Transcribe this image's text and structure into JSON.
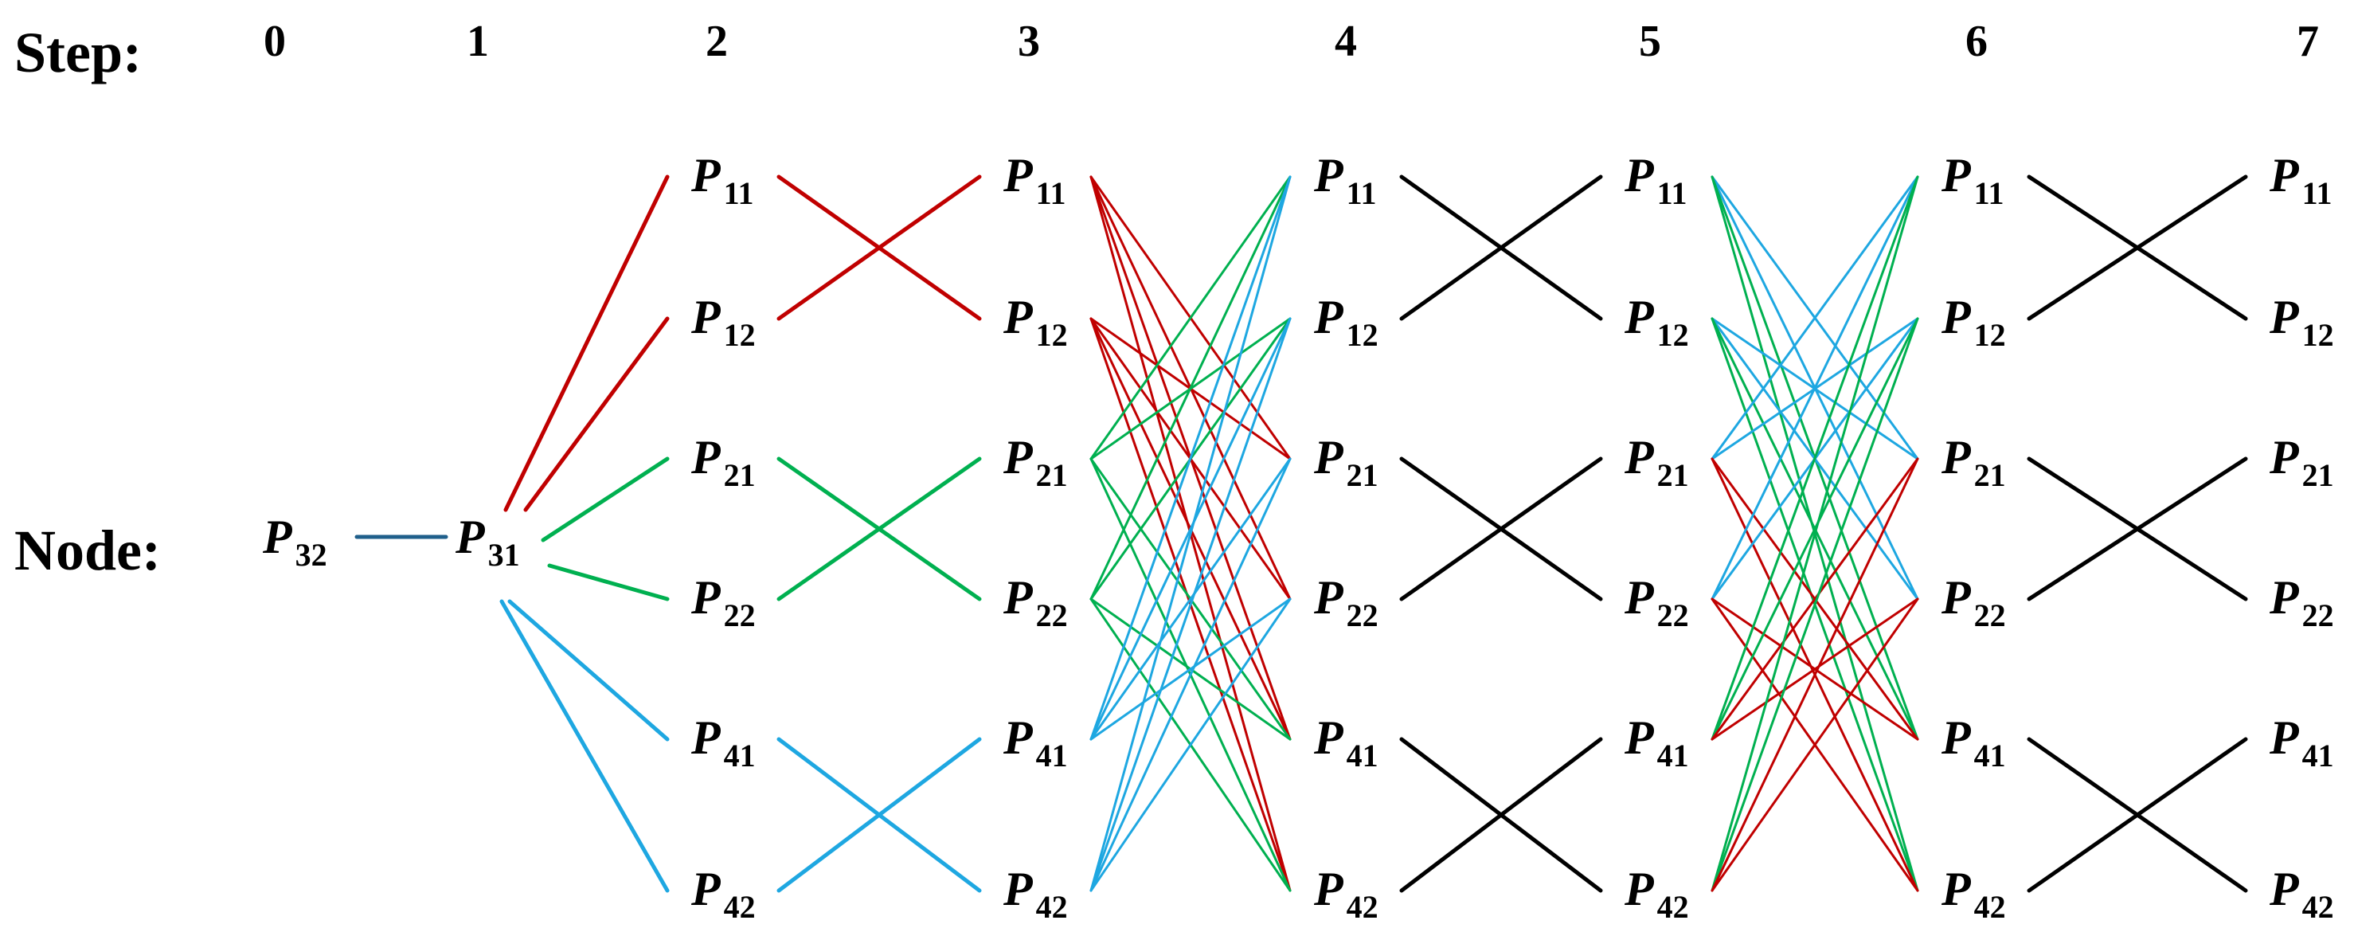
{
  "labels": {
    "step": "Step:",
    "node": "Node:"
  },
  "steps": [
    "0",
    "1",
    "2",
    "3",
    "4",
    "5",
    "6",
    "7"
  ],
  "node_letter": "P",
  "columns": [
    {
      "step": "0",
      "nodes": [
        "32"
      ]
    },
    {
      "step": "1",
      "nodes": [
        "31"
      ]
    },
    {
      "step": "2",
      "nodes": [
        "11",
        "12",
        "21",
        "22",
        "41",
        "42"
      ]
    },
    {
      "step": "3",
      "nodes": [
        "11",
        "12",
        "21",
        "22",
        "41",
        "42"
      ]
    },
    {
      "step": "4",
      "nodes": [
        "11",
        "12",
        "21",
        "22",
        "41",
        "42"
      ]
    },
    {
      "step": "5",
      "nodes": [
        "11",
        "12",
        "21",
        "22",
        "41",
        "42"
      ]
    },
    {
      "step": "6",
      "nodes": [
        "11",
        "12",
        "21",
        "22",
        "41",
        "42"
      ]
    },
    {
      "step": "7",
      "nodes": [
        "11",
        "12",
        "21",
        "22",
        "41",
        "42"
      ]
    }
  ],
  "colors": {
    "dark_blue": "#1f5f8b",
    "red": "#c00000",
    "green": "#00b050",
    "blue": "#1ea7e1",
    "black": "#000000"
  },
  "edges": [
    {
      "from": [
        0,
        "32"
      ],
      "to": [
        1,
        "31"
      ],
      "color": "dark_blue"
    },
    {
      "from": [
        1,
        "31"
      ],
      "to": [
        2,
        "11"
      ],
      "color": "red"
    },
    {
      "from": [
        1,
        "31"
      ],
      "to": [
        2,
        "12"
      ],
      "color": "red"
    },
    {
      "from": [
        1,
        "31"
      ],
      "to": [
        2,
        "21"
      ],
      "color": "green"
    },
    {
      "from": [
        1,
        "31"
      ],
      "to": [
        2,
        "22"
      ],
      "color": "green"
    },
    {
      "from": [
        1,
        "31"
      ],
      "to": [
        2,
        "41"
      ],
      "color": "blue"
    },
    {
      "from": [
        1,
        "31"
      ],
      "to": [
        2,
        "42"
      ],
      "color": "blue"
    },
    {
      "from": [
        2,
        "11"
      ],
      "to": [
        3,
        "12"
      ],
      "color": "red"
    },
    {
      "from": [
        2,
        "12"
      ],
      "to": [
        3,
        "11"
      ],
      "color": "red"
    },
    {
      "from": [
        2,
        "21"
      ],
      "to": [
        3,
        "22"
      ],
      "color": "green"
    },
    {
      "from": [
        2,
        "22"
      ],
      "to": [
        3,
        "21"
      ],
      "color": "green"
    },
    {
      "from": [
        2,
        "41"
      ],
      "to": [
        3,
        "42"
      ],
      "color": "blue"
    },
    {
      "from": [
        2,
        "42"
      ],
      "to": [
        3,
        "41"
      ],
      "color": "blue"
    },
    {
      "from": [
        3,
        "11"
      ],
      "to": [
        4,
        "21"
      ],
      "color": "red"
    },
    {
      "from": [
        3,
        "11"
      ],
      "to": [
        4,
        "22"
      ],
      "color": "red"
    },
    {
      "from": [
        3,
        "11"
      ],
      "to": [
        4,
        "41"
      ],
      "color": "red"
    },
    {
      "from": [
        3,
        "11"
      ],
      "to": [
        4,
        "42"
      ],
      "color": "red"
    },
    {
      "from": [
        3,
        "12"
      ],
      "to": [
        4,
        "21"
      ],
      "color": "red"
    },
    {
      "from": [
        3,
        "12"
      ],
      "to": [
        4,
        "22"
      ],
      "color": "red"
    },
    {
      "from": [
        3,
        "12"
      ],
      "to": [
        4,
        "41"
      ],
      "color": "red"
    },
    {
      "from": [
        3,
        "12"
      ],
      "to": [
        4,
        "42"
      ],
      "color": "red"
    },
    {
      "from": [
        3,
        "21"
      ],
      "to": [
        4,
        "11"
      ],
      "color": "green"
    },
    {
      "from": [
        3,
        "21"
      ],
      "to": [
        4,
        "12"
      ],
      "color": "green"
    },
    {
      "from": [
        3,
        "21"
      ],
      "to": [
        4,
        "41"
      ],
      "color": "green"
    },
    {
      "from": [
        3,
        "21"
      ],
      "to": [
        4,
        "42"
      ],
      "color": "green"
    },
    {
      "from": [
        3,
        "22"
      ],
      "to": [
        4,
        "11"
      ],
      "color": "green"
    },
    {
      "from": [
        3,
        "22"
      ],
      "to": [
        4,
        "12"
      ],
      "color": "green"
    },
    {
      "from": [
        3,
        "22"
      ],
      "to": [
        4,
        "41"
      ],
      "color": "green"
    },
    {
      "from": [
        3,
        "22"
      ],
      "to": [
        4,
        "42"
      ],
      "color": "green"
    },
    {
      "from": [
        3,
        "41"
      ],
      "to": [
        4,
        "11"
      ],
      "color": "blue"
    },
    {
      "from": [
        3,
        "41"
      ],
      "to": [
        4,
        "12"
      ],
      "color": "blue"
    },
    {
      "from": [
        3,
        "41"
      ],
      "to": [
        4,
        "21"
      ],
      "color": "blue"
    },
    {
      "from": [
        3,
        "41"
      ],
      "to": [
        4,
        "22"
      ],
      "color": "blue"
    },
    {
      "from": [
        3,
        "42"
      ],
      "to": [
        4,
        "11"
      ],
      "color": "blue"
    },
    {
      "from": [
        3,
        "42"
      ],
      "to": [
        4,
        "12"
      ],
      "color": "blue"
    },
    {
      "from": [
        3,
        "42"
      ],
      "to": [
        4,
        "21"
      ],
      "color": "blue"
    },
    {
      "from": [
        3,
        "42"
      ],
      "to": [
        4,
        "22"
      ],
      "color": "blue"
    },
    {
      "from": [
        4,
        "11"
      ],
      "to": [
        5,
        "12"
      ],
      "color": "black"
    },
    {
      "from": [
        4,
        "12"
      ],
      "to": [
        5,
        "11"
      ],
      "color": "black"
    },
    {
      "from": [
        4,
        "21"
      ],
      "to": [
        5,
        "22"
      ],
      "color": "black"
    },
    {
      "from": [
        4,
        "22"
      ],
      "to": [
        5,
        "21"
      ],
      "color": "black"
    },
    {
      "from": [
        4,
        "41"
      ],
      "to": [
        5,
        "42"
      ],
      "color": "black"
    },
    {
      "from": [
        4,
        "42"
      ],
      "to": [
        5,
        "41"
      ],
      "color": "black"
    },
    {
      "from": [
        5,
        "11"
      ],
      "to": [
        6,
        "21"
      ],
      "color": "blue"
    },
    {
      "from": [
        5,
        "11"
      ],
      "to": [
        6,
        "22"
      ],
      "color": "blue"
    },
    {
      "from": [
        5,
        "11"
      ],
      "to": [
        6,
        "41"
      ],
      "color": "green"
    },
    {
      "from": [
        5,
        "11"
      ],
      "to": [
        6,
        "42"
      ],
      "color": "green"
    },
    {
      "from": [
        5,
        "12"
      ],
      "to": [
        6,
        "21"
      ],
      "color": "blue"
    },
    {
      "from": [
        5,
        "12"
      ],
      "to": [
        6,
        "22"
      ],
      "color": "blue"
    },
    {
      "from": [
        5,
        "12"
      ],
      "to": [
        6,
        "41"
      ],
      "color": "green"
    },
    {
      "from": [
        5,
        "12"
      ],
      "to": [
        6,
        "42"
      ],
      "color": "green"
    },
    {
      "from": [
        5,
        "21"
      ],
      "to": [
        6,
        "11"
      ],
      "color": "blue"
    },
    {
      "from": [
        5,
        "21"
      ],
      "to": [
        6,
        "12"
      ],
      "color": "blue"
    },
    {
      "from": [
        5,
        "21"
      ],
      "to": [
        6,
        "41"
      ],
      "color": "red"
    },
    {
      "from": [
        5,
        "21"
      ],
      "to": [
        6,
        "42"
      ],
      "color": "red"
    },
    {
      "from": [
        5,
        "22"
      ],
      "to": [
        6,
        "11"
      ],
      "color": "blue"
    },
    {
      "from": [
        5,
        "22"
      ],
      "to": [
        6,
        "12"
      ],
      "color": "blue"
    },
    {
      "from": [
        5,
        "22"
      ],
      "to": [
        6,
        "41"
      ],
      "color": "red"
    },
    {
      "from": [
        5,
        "22"
      ],
      "to": [
        6,
        "42"
      ],
      "color": "red"
    },
    {
      "from": [
        5,
        "41"
      ],
      "to": [
        6,
        "11"
      ],
      "color": "green"
    },
    {
      "from": [
        5,
        "41"
      ],
      "to": [
        6,
        "12"
      ],
      "color": "green"
    },
    {
      "from": [
        5,
        "41"
      ],
      "to": [
        6,
        "21"
      ],
      "color": "red"
    },
    {
      "from": [
        5,
        "41"
      ],
      "to": [
        6,
        "22"
      ],
      "color": "red"
    },
    {
      "from": [
        5,
        "42"
      ],
      "to": [
        6,
        "11"
      ],
      "color": "green"
    },
    {
      "from": [
        5,
        "42"
      ],
      "to": [
        6,
        "12"
      ],
      "color": "green"
    },
    {
      "from": [
        5,
        "42"
      ],
      "to": [
        6,
        "21"
      ],
      "color": "red"
    },
    {
      "from": [
        5,
        "42"
      ],
      "to": [
        6,
        "22"
      ],
      "color": "red"
    },
    {
      "from": [
        6,
        "11"
      ],
      "to": [
        7,
        "12"
      ],
      "color": "black"
    },
    {
      "from": [
        6,
        "12"
      ],
      "to": [
        7,
        "11"
      ],
      "color": "black"
    },
    {
      "from": [
        6,
        "21"
      ],
      "to": [
        7,
        "22"
      ],
      "color": "black"
    },
    {
      "from": [
        6,
        "22"
      ],
      "to": [
        7,
        "21"
      ],
      "color": "black"
    },
    {
      "from": [
        6,
        "41"
      ],
      "to": [
        7,
        "42"
      ],
      "color": "black"
    },
    {
      "from": [
        6,
        "42"
      ],
      "to": [
        7,
        "41"
      ],
      "color": "black"
    }
  ]
}
